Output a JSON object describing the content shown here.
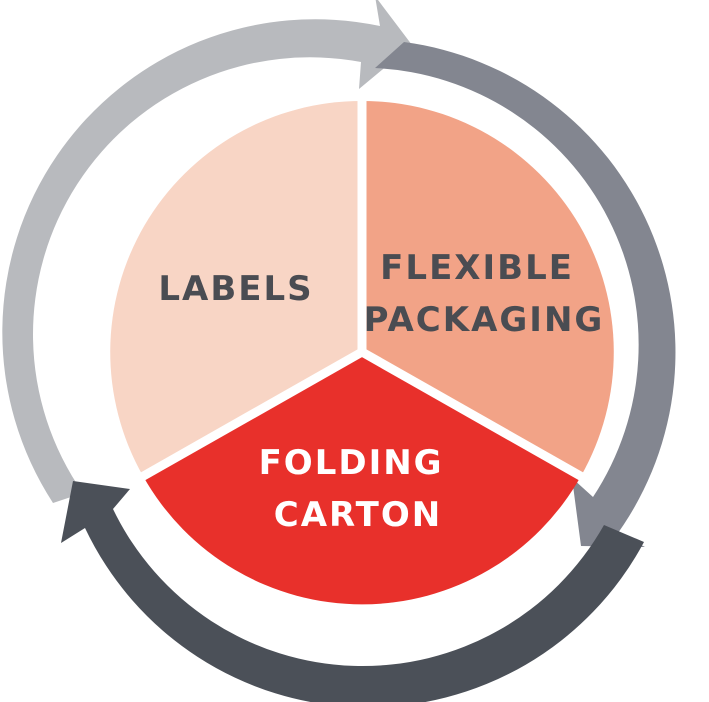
{
  "segments": [
    {
      "id": "labels",
      "lines": [
        "LABELS"
      ],
      "fill": "#f8d5c5",
      "text_color": "#4a4c52"
    },
    {
      "id": "flexible-packaging",
      "lines": [
        "FLEXIBLE",
        "PACKAGING"
      ],
      "fill": "#f2a387",
      "text_color": "#4a4c52"
    },
    {
      "id": "folding-carton",
      "lines": [
        "FOLDING",
        "CARTON"
      ],
      "fill": "#e8302b",
      "text_color": "#ffffff"
    }
  ],
  "cycle_arrows": [
    {
      "id": "top-left-arrow",
      "color": "#b8babe"
    },
    {
      "id": "right-arrow",
      "color": "#838690"
    },
    {
      "id": "bottom-arrow",
      "color": "#4b5058"
    }
  ],
  "colors": {
    "separator": "#ffffff",
    "background": "#ffffff"
  }
}
